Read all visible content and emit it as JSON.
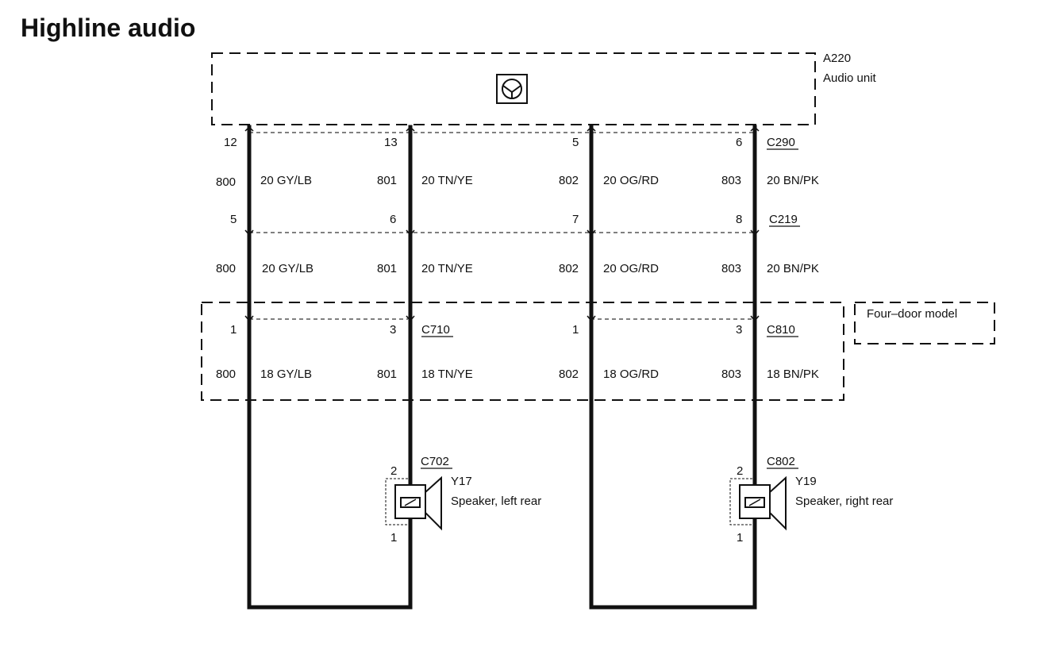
{
  "title": "Highline audio",
  "audio_unit": {
    "id": "A220",
    "name": "Audio unit"
  },
  "connectors": {
    "c290": "C290",
    "c219": "C219",
    "c710": "C710",
    "c810": "C810",
    "c702": "C702",
    "c802": "C802"
  },
  "pins_c290": [
    "12",
    "13",
    "5",
    "6"
  ],
  "pins_c219": [
    "5",
    "6",
    "7",
    "8"
  ],
  "pins_c710_c810": [
    "1",
    "3",
    "1",
    "3"
  ],
  "circuits": [
    "800",
    "801",
    "802",
    "803"
  ],
  "wire_colors_20": [
    "20 GY/LB",
    "20 TN/YE",
    "20 OG/RD",
    "20 BN/PK"
  ],
  "wire_colors_18": [
    "18 GY/LB",
    "18 TN/YE",
    "18 OG/RD",
    "18 BN/PK"
  ],
  "four_door_label": "Four–door model",
  "speakers": [
    {
      "id": "Y17",
      "name": "Speaker, left rear",
      "pin_top": "2",
      "pin_bottom": "1"
    },
    {
      "id": "Y19",
      "name": "Speaker, right rear",
      "pin_top": "2",
      "pin_bottom": "1"
    }
  ]
}
